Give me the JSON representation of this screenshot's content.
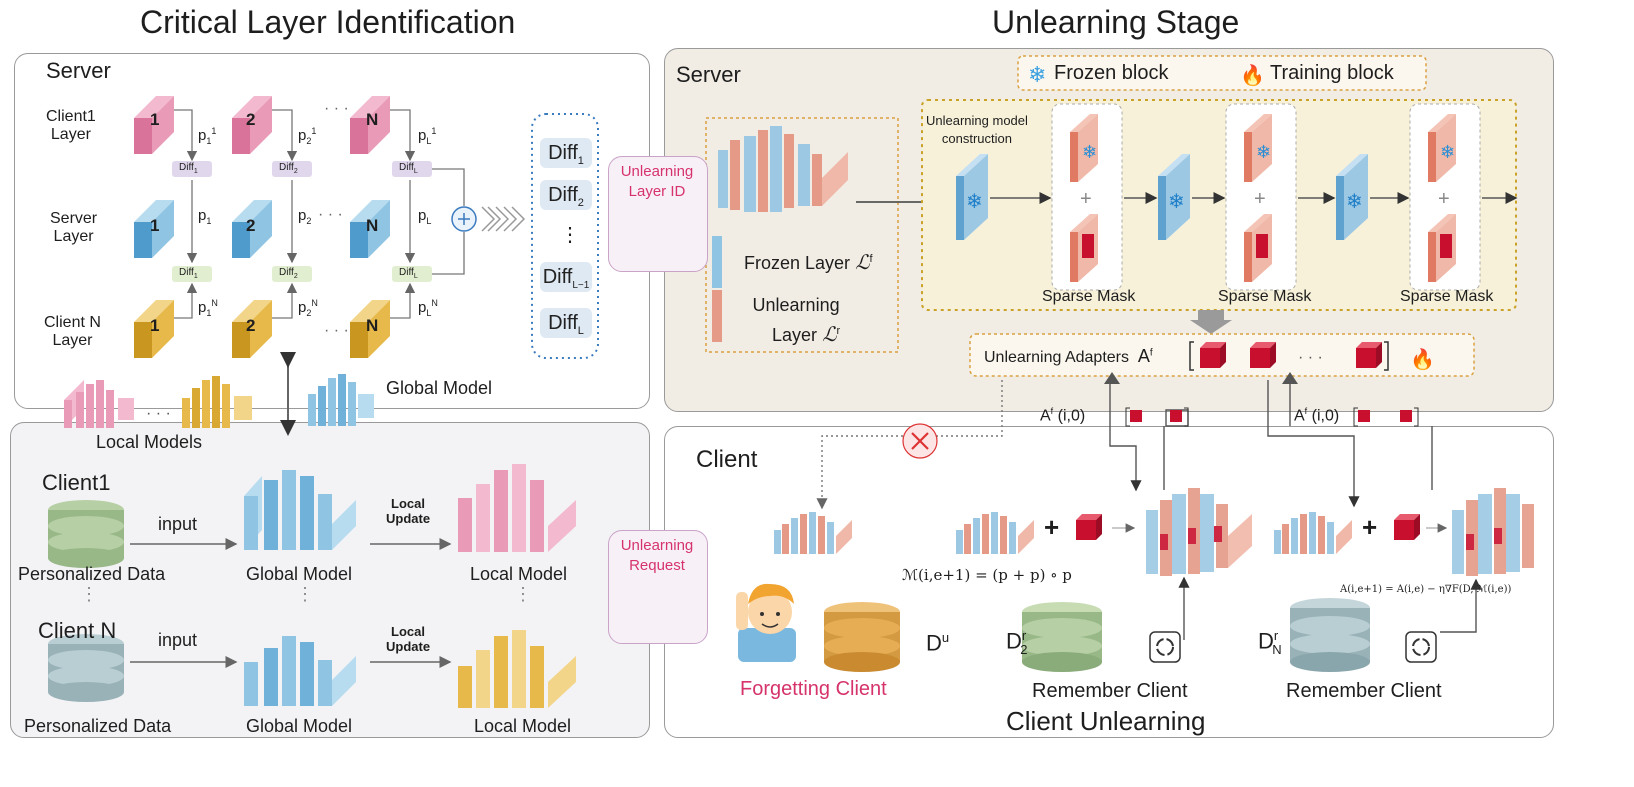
{
  "titles": {
    "left": "Critical Layer Identification",
    "right": "Unlearning Stage"
  },
  "left_top": {
    "server": "Server",
    "row_labels": [
      "Client1",
      "Layer",
      "Server",
      "Layer",
      "Client N",
      "Layer"
    ],
    "layer_numbers": [
      "1",
      "2",
      "N"
    ],
    "dots": "· · ·",
    "p_labels": [
      "p",
      "p",
      "p"
    ],
    "diff_label": "Diff",
    "global_model": "Global Model",
    "local_models": "Local Models"
  },
  "diff_list": [
    "Diff",
    "Diff",
    "⋮",
    "Diff",
    "Diff"
  ],
  "diff_subs": [
    "1",
    "2",
    "",
    "L−1",
    "L"
  ],
  "left_bottom": {
    "client1": "Client1",
    "clientN": "Client N",
    "input": "input",
    "personalized_data": "Personalized Data",
    "global_model": "Global Model",
    "local_update_1": "Local",
    "local_update_2": "Update",
    "local_model": "Local Model"
  },
  "middle": {
    "unlearning_layer_id_1": "Unlearning",
    "unlearning_layer_id_2": "Layer ID",
    "unlearning_request_1": "Unlearning",
    "unlearning_request_2": "Request"
  },
  "right_top": {
    "server": "Server",
    "frozen_block": "Frozen block",
    "training_block": "Training block",
    "frozen_layer": "Frozen Layer",
    "unlearning_layer_1": "Unlearning",
    "unlearning_layer_2": "Layer",
    "unlearning_model_construction_1": "Unlearning model",
    "unlearning_model_construction_2": "construction",
    "sparse_mask": "Sparse Mask",
    "unlearning_adapters": "Unlearning Adapters",
    "adapter_sym": "A",
    "adapter_sup": "f",
    "plus": "+"
  },
  "right_bottom": {
    "client": "Client",
    "a_label": "A",
    "a_args": "(i,0)",
    "forgetting_client": "Forgetting Client",
    "remember_client": "Remember Client",
    "client_unlearning": "Client Unlearning",
    "du": "D",
    "du_sup": "u",
    "d2": "D",
    "d2_sup": "r",
    "d2_sub": "2",
    "dn": "D",
    "dn_sup": "r",
    "dn_sub": "N",
    "formula_left": "ℳ(i,e+1) = (p + p) ∘ p",
    "formula_right": "A(i,e+1) = A(i,e) − η∇F(D, ℳ(i,e))"
  },
  "colors": {
    "pink": "#e8a3bc",
    "blue": "#8fc4e3",
    "gold": "#e6b94a",
    "red": "#c8102e",
    "salmon": "#eba696",
    "accent": "#d6336c"
  }
}
